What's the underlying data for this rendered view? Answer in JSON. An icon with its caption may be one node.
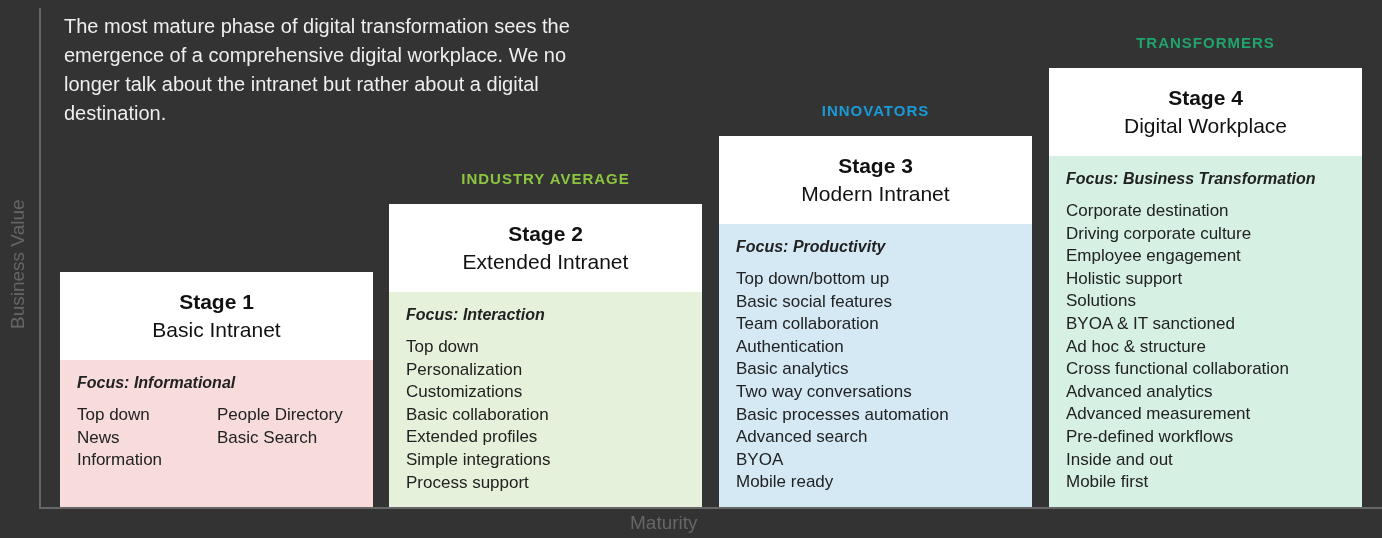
{
  "diagram": {
    "nodes": [
      {
        "text": [
          "Stage 1",
          "Basic Intranet",
          "Focus: Informational",
          "Top down",
          "News",
          "Information",
          "People Directory",
          "Basic Search"
        ]
      },
      {
        "text": [
          "Stage 2",
          "Extended Intranet",
          "Focus: Interaction",
          "Top down",
          "Personalization",
          "Customizations",
          "Basic collaboration",
          "Extended profiles",
          "Simple integrations",
          "Process support"
        ],
        "beside": [
          "INDUSTRY AVERAGE"
        ]
      },
      {
        "text": [
          "Stage 3",
          "Modern Intranet",
          "Focus: Productivity",
          "Top down/bottom up",
          "Basic social features",
          "Team collaboration",
          "Authentication",
          "Basic analytics",
          "Two way conversations",
          "Basic processes automation",
          "Advanced search",
          "BYOA",
          "Mobile ready"
        ],
        "beside": [
          "INNOVATORS"
        ]
      },
      {
        "text": [
          "Stage 4",
          "Digital Workplace",
          "Focus: Business Transformation",
          "Corporate destination",
          "Driving corporate culture",
          "Employee engagement",
          "Holistic support",
          "Solutions",
          "BYOA & IT sanctioned",
          "Ad hoc & structure",
          "Cross functional collaboration",
          "Advanced analytics",
          "Advanced measurement",
          "Pre-defined workflows",
          "Inside and out",
          "Mobile first"
        ],
        "beside": [
          "TRANSFORMERS"
        ]
      }
    ],
    "labels": [
      "The most mature phase of digital transformation sees the emergence of a comprehensive digital workplace. We no longer talk about the intranet but rather about a digital destination.",
      "Business Value",
      "Maturity"
    ]
  }
}
